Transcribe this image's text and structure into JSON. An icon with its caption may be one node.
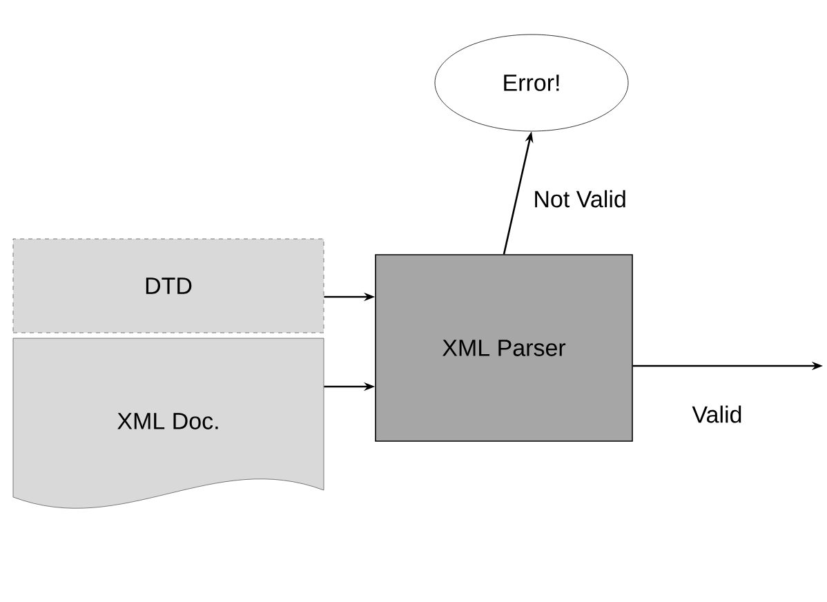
{
  "diagram": {
    "nodes": [
      {
        "text": [
          "DTD"
        ]
      },
      {
        "text": [
          "XML Doc."
        ]
      },
      {
        "text": [
          "XML Parser"
        ]
      },
      {
        "text": [
          "Error!"
        ]
      }
    ],
    "edges": [
      {
        "from": 0,
        "to": 2,
        "arrow": "to"
      },
      {
        "from": 1,
        "to": 2,
        "arrow": "to"
      },
      {
        "from": 2,
        "to": 3,
        "arrow": "to",
        "label": "Not Valid"
      },
      {
        "from": 2,
        "to": null,
        "arrow": "to",
        "label": "Valid"
      }
    ]
  }
}
